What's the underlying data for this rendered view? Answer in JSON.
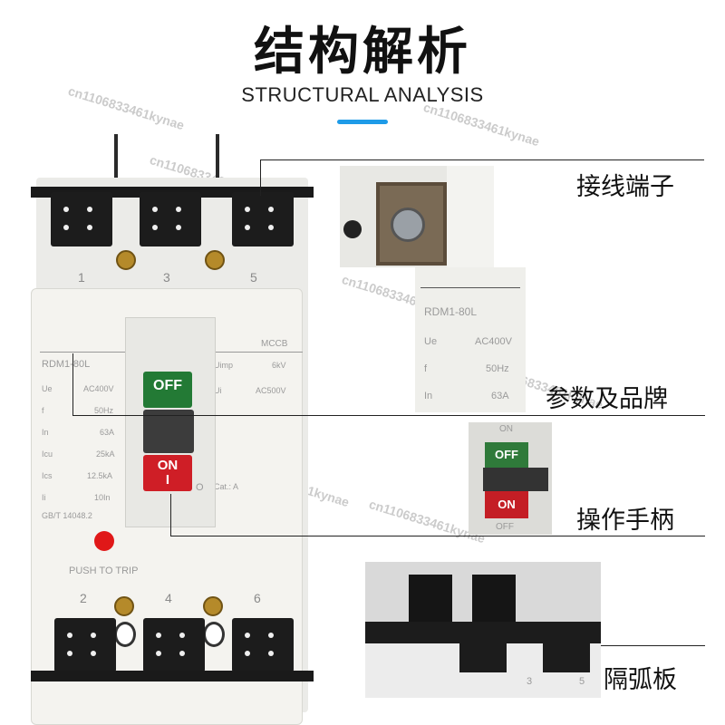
{
  "heading": {
    "title": "结构解析",
    "subtitle": "STRUCTURAL ANALYSIS",
    "accent_color": "#1e9be8"
  },
  "watermark": "cn1106833461kynae",
  "breaker": {
    "terminal_numbers_top": [
      "1",
      "3",
      "5"
    ],
    "terminal_numbers_bottom": [
      "2",
      "4",
      "6"
    ],
    "plate": {
      "brand": "MCCB",
      "model": "RDM1-80L",
      "left_rows": [
        {
          "k": "Ue",
          "v": "AC400V"
        },
        {
          "k": "f",
          "v": "50Hz"
        },
        {
          "k": "In",
          "v": "63A"
        },
        {
          "k": "Icu",
          "v": "25kA"
        },
        {
          "k": "Ics",
          "v": "12.5kA"
        },
        {
          "k": "Ii",
          "v": "10In"
        }
      ],
      "standard": "GB/T 14048.2",
      "right_rows": [
        {
          "k": "Uimp",
          "v": "6kV"
        },
        {
          "k": "Ui",
          "v": "AC500V"
        }
      ],
      "category": "Cat.: A"
    },
    "handle": {
      "off_label": "OFF",
      "on_label": "ON",
      "on_mark": "I",
      "off_mark": "O"
    },
    "push_to_trip": "PUSH TO TRIP"
  },
  "callouts": [
    {
      "label": "接线端子"
    },
    {
      "label": "参数及品牌"
    },
    {
      "label": "操作手柄"
    },
    {
      "label": "隔弧板"
    }
  ],
  "detail_plate": {
    "model": "RDM1-80L",
    "rows": [
      {
        "k": "Ue",
        "v": "AC400V"
      },
      {
        "k": "f",
        "v": "50Hz"
      },
      {
        "k": "In",
        "v": "63A"
      }
    ]
  },
  "detail_handle": {
    "top": "ON",
    "off_label": "OFF",
    "on_label": "ON",
    "bottom": "OFF"
  },
  "detail_arc": {
    "numbers": [
      "3",
      "5"
    ]
  }
}
